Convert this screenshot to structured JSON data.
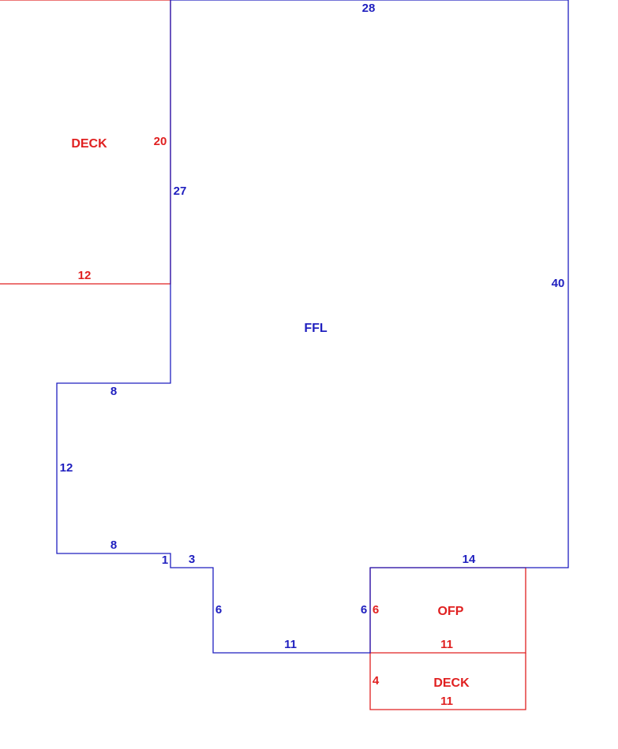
{
  "colors": {
    "living": "#1f1fbf",
    "addition": "#e02020"
  },
  "living_area": {
    "label": "FFL",
    "dimensions": {
      "top": "28",
      "right": "40",
      "left_upper": "27",
      "step_top": "8",
      "left_mid": "12",
      "step_bottom": "8",
      "small_drop": "1",
      "small_run": "3",
      "inner_drop": "6",
      "bottom": "11",
      "right_inner": "6",
      "bottom_right": "14"
    }
  },
  "deck_left": {
    "label": "DECK",
    "dimensions": {
      "side": "20",
      "bottom": "12"
    }
  },
  "porch": {
    "label": "OFP",
    "dimensions": {
      "side": "6",
      "bottom": "11"
    }
  },
  "deck_bottom": {
    "label": "DECK",
    "dimensions": {
      "side": "4",
      "bottom": "11"
    }
  }
}
